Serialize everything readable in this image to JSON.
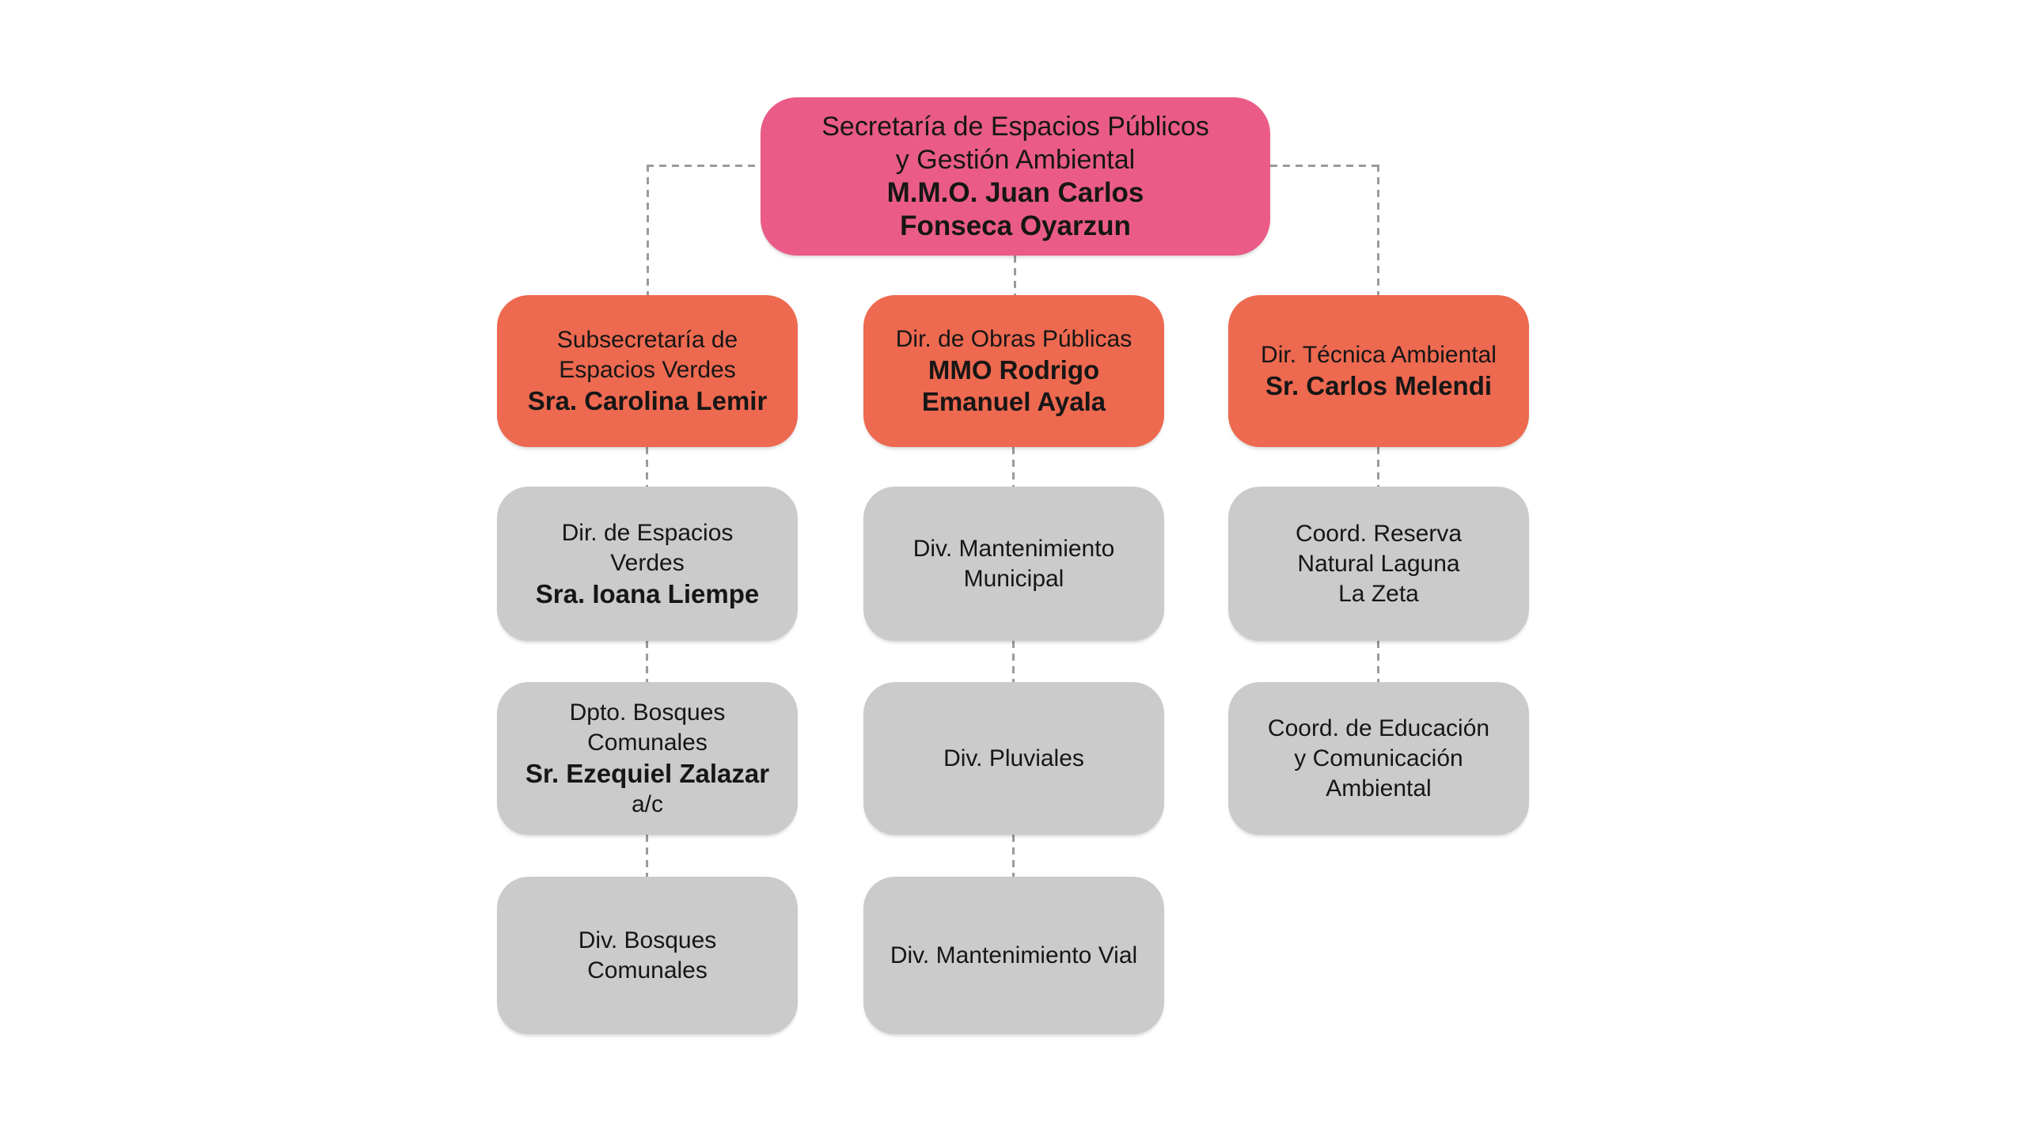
{
  "colors": {
    "background": "#FFFFFF",
    "root_box": "#EA5C87",
    "level2_box": "#ED6950",
    "level3_box": "#CBCBCB",
    "text": "#161616",
    "connector": "#9B9B9B"
  },
  "org": {
    "root": {
      "lines": [
        {
          "text": "Secretaría de Espacios Públicos",
          "bold": false
        },
        {
          "text": "y Gestión Ambiental",
          "bold": false
        },
        {
          "text": "M.M.O. Juan Carlos",
          "bold": true
        },
        {
          "text": "Fonseca Oyarzun",
          "bold": true
        }
      ]
    },
    "columns": [
      {
        "head": {
          "lines": [
            {
              "text": "Subsecretaría de",
              "bold": false
            },
            {
              "text": "Espacios Verdes",
              "bold": false
            },
            {
              "text": "Sra. Carolina Lemir",
              "bold": true
            }
          ]
        },
        "children": [
          {
            "lines": [
              {
                "text": "Dir. de Espacios",
                "bold": false
              },
              {
                "text": "Verdes",
                "bold": false
              },
              {
                "text": "Sra. Ioana Liempe",
                "bold": true
              }
            ]
          },
          {
            "lines": [
              {
                "text": "Dpto. Bosques",
                "bold": false
              },
              {
                "text": "Comunales",
                "bold": false
              },
              {
                "text": "Sr. Ezequiel Zalazar",
                "bold": true
              },
              {
                "text": "a/c",
                "bold": false
              }
            ]
          },
          {
            "lines": [
              {
                "text": "Div. Bosques",
                "bold": false
              },
              {
                "text": "Comunales",
                "bold": false
              }
            ]
          }
        ]
      },
      {
        "head": {
          "lines": [
            {
              "text": "Dir. de Obras Públicas",
              "bold": false
            },
            {
              "text": "MMO Rodrigo",
              "bold": true
            },
            {
              "text": "Emanuel Ayala",
              "bold": true
            }
          ]
        },
        "children": [
          {
            "lines": [
              {
                "text": "Div. Mantenimiento",
                "bold": false
              },
              {
                "text": "Municipal",
                "bold": false
              }
            ]
          },
          {
            "lines": [
              {
                "text": "Div. Pluviales",
                "bold": false
              }
            ]
          },
          {
            "lines": [
              {
                "text": "Div. Mantenimiento Vial",
                "bold": false
              }
            ]
          }
        ]
      },
      {
        "head": {
          "lines": [
            {
              "text": "Dir. Técnica Ambiental",
              "bold": false
            },
            {
              "text": "Sr. Carlos Melendi",
              "bold": true
            }
          ]
        },
        "children": [
          {
            "lines": [
              {
                "text": "Coord. Reserva",
                "bold": false
              },
              {
                "text": "Natural Laguna",
                "bold": false
              },
              {
                "text": "La Zeta",
                "bold": false
              }
            ]
          },
          {
            "lines": [
              {
                "text": "Coord. de Educación",
                "bold": false
              },
              {
                "text": "y Comunicación",
                "bold": false
              },
              {
                "text": "Ambiental",
                "bold": false
              }
            ]
          }
        ]
      }
    ]
  }
}
